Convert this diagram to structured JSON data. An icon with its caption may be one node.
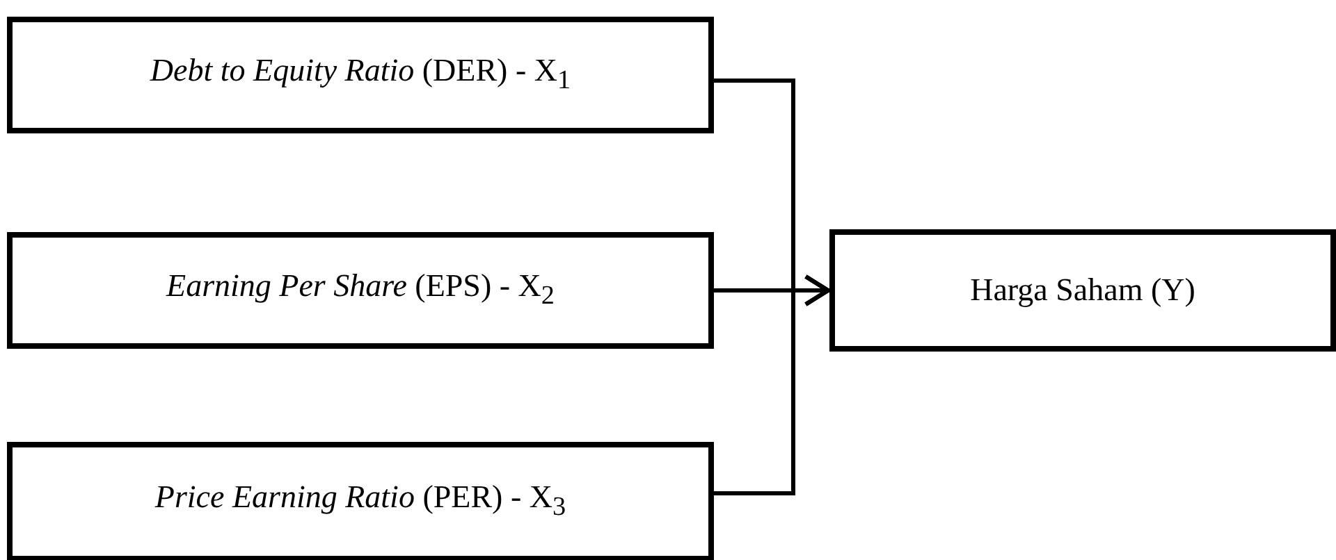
{
  "diagram": {
    "nodes": [
      {
        "text": [
          "*Debt to Equity Ratio* (DER) - X$_{1}$"
        ]
      },
      {
        "text": [
          "*Earning Per Share* (EPS) - X$_{2}$"
        ]
      },
      {
        "text": [
          "*Price Earning Ratio* (PER) - X$_{3}$"
        ]
      },
      {
        "text": [
          "Harga Saham (Y)"
        ]
      }
    ],
    "edges": [
      {
        "from": 0,
        "to": 3,
        "arrow": "to"
      },
      {
        "from": 1,
        "to": 3,
        "arrow": "to"
      },
      {
        "from": 2,
        "to": 3,
        "arrow": "to"
      }
    ]
  }
}
